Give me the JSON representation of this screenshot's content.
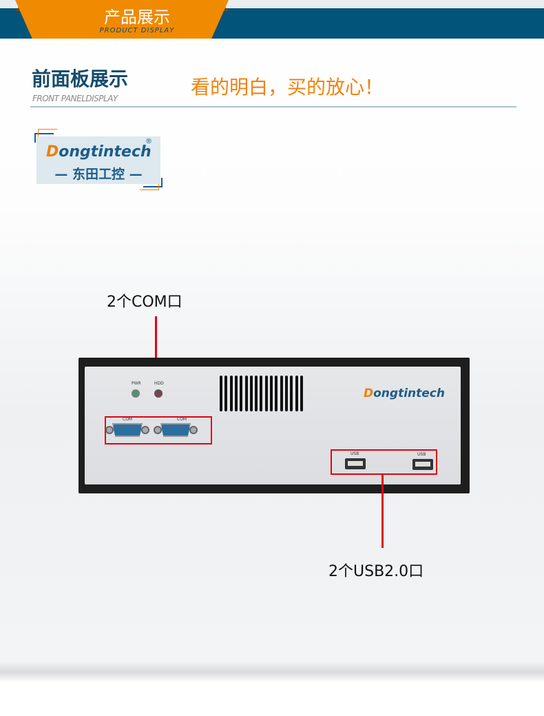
{
  "header": {
    "title": "产品展示",
    "subtitle": "PRODUCT DISPLAY"
  },
  "section": {
    "title": "前面板展示",
    "subtitle": "FRONT PANELDISPLAY",
    "slogan": "看的明白，买的放心！"
  },
  "logo": {
    "brand_initial": "D",
    "brand_rest": "ongtintech",
    "brand_cn": "— 东田工控 —",
    "registered": "®"
  },
  "product": {
    "leds": [
      {
        "label": "PWR",
        "color": "#5f8a78"
      },
      {
        "label": "HDD",
        "color": "#6e4a4e"
      }
    ],
    "com_ports": [
      "COM",
      "COM"
    ],
    "usb_ports": [
      "USB",
      "USB"
    ],
    "brand_initial": "D",
    "brand_rest": "ongtintech"
  },
  "callouts": {
    "com": "2个COM口",
    "usb": "2个USB2.0口"
  },
  "colors": {
    "blue": "#03547a",
    "orange": "#f08a00",
    "red": "#e60012"
  }
}
